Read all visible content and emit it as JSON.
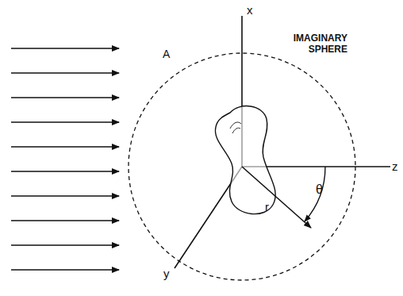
{
  "diagram": {
    "labels": [
      "x",
      "A",
      "IMAGINARY SPHERE",
      "z",
      "θ",
      "r",
      "y"
    ]
  }
}
